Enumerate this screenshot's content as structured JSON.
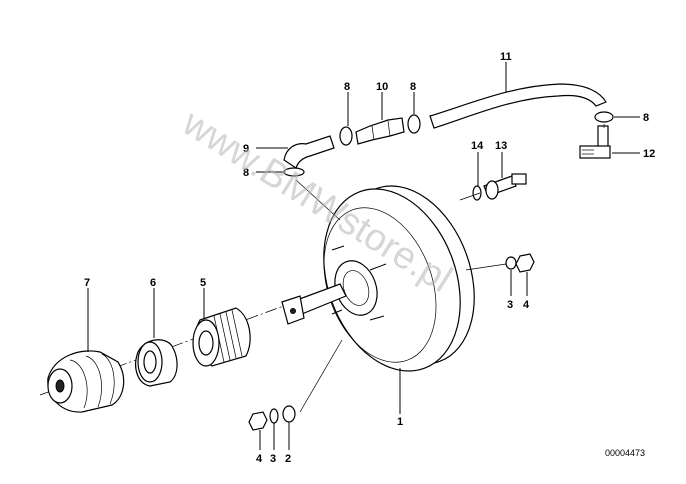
{
  "diagram": {
    "callouts": {
      "p1": "1",
      "p2": "2",
      "p3a": "3",
      "p3b": "3",
      "p4a": "4",
      "p4b": "4",
      "p5": "5",
      "p6": "6",
      "p7": "7",
      "p8a": "8",
      "p8b": "8",
      "p8c": "8",
      "p8d": "8",
      "p9": "9",
      "p10": "10",
      "p11": "11",
      "p12": "12",
      "p13": "13",
      "p14": "14"
    },
    "diagram_code": "00004473",
    "watermark": "www.BMWstore.pl"
  }
}
